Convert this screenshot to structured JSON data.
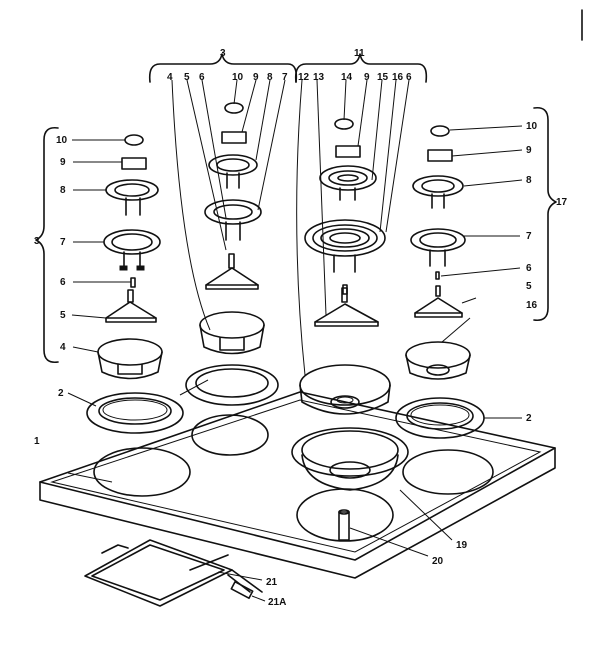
{
  "diagram": {
    "labels": {
      "l1": "1",
      "l2a": "2",
      "l2b": "2",
      "l3top": "3",
      "l3left": "3",
      "l4a": "4",
      "l4b": "4",
      "l5a": "5",
      "l5b": "5",
      "l5c": "5",
      "l6a": "6",
      "l6b": "6",
      "l6c": "6",
      "l7a": "7",
      "l7b": "7",
      "l7c": "7",
      "l8a": "8",
      "l8b": "8",
      "l8c": "8",
      "l9a": "9",
      "l9b": "9",
      "l9c": "9",
      "l9d": "9",
      "l10a": "10",
      "l10b": "10",
      "l10c": "10",
      "l11": "11",
      "l12": "12",
      "l13": "13",
      "l14": "14",
      "l15": "15",
      "l16a": "16",
      "l16b": "16",
      "l17": "17",
      "l19": "19",
      "l20": "20",
      "l21": "21",
      "l21a": "21A"
    }
  }
}
